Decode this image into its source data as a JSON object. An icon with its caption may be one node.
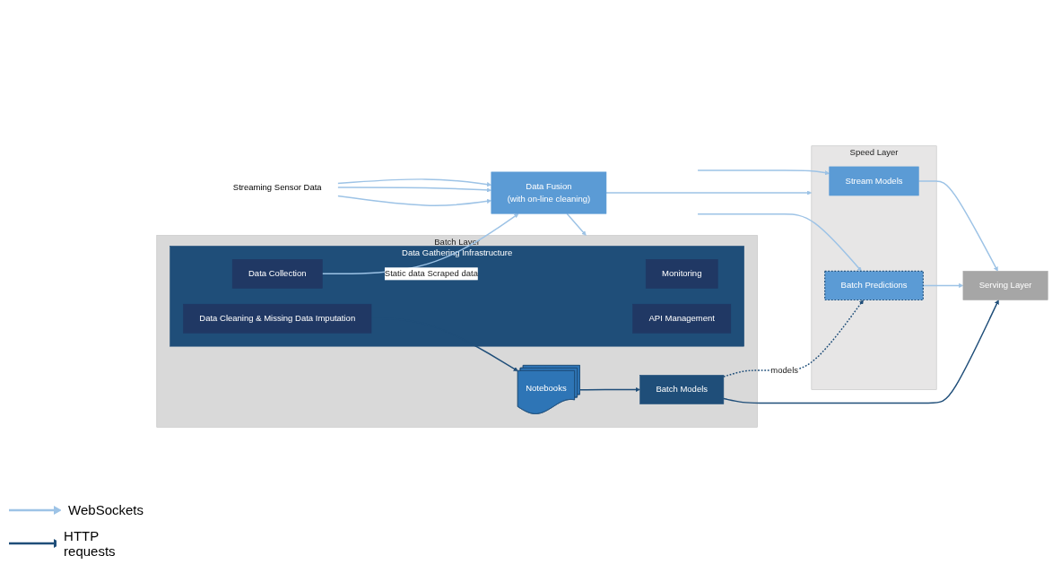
{
  "diagram": {
    "nodes": [
      {
        "text": [
          "Speed Layer"
        ]
      },
      {
        "text": [
          "Stream Models"
        ],
        "in": 0
      },
      {
        "text": [
          "Batch Predictions"
        ],
        "in": 0
      },
      {
        "text": [
          "Serving Layer"
        ]
      },
      {
        "text": [
          "Data Fusion",
          "(with on-line cleaning)"
        ]
      },
      {
        "text": [
          "Streaming Sensor Data"
        ]
      },
      {
        "text": [
          "Batch Layer"
        ]
      },
      {
        "text": [
          "Data Gathering Infrastructure"
        ],
        "in": 6
      },
      {
        "text": [
          "Monitoring"
        ],
        "in": 7
      },
      {
        "text": [
          "Data Collection"
        ],
        "in": 7
      },
      {
        "text": [
          "Data Cleaning & Missing Data Imputation"
        ],
        "in": 7
      },
      {
        "text": [
          "API Management"
        ],
        "in": 7
      },
      {
        "text": [
          "Batch Models"
        ],
        "in": 6
      },
      {
        "text": [
          "Notebooks"
        ],
        "in": 6
      }
    ],
    "edges": [
      {
        "from": 5,
        "to": 4,
        "arrow": "to"
      },
      {
        "from": 5,
        "to": 4,
        "arrow": "to"
      },
      {
        "from": 5,
        "to": 4,
        "arrow": "to"
      },
      {
        "from": 4,
        "to": 0,
        "arrow": "to"
      },
      {
        "from": 4,
        "to": 6,
        "arrow": "to"
      },
      {
        "from": null,
        "to": 1,
        "arrow": "to"
      },
      {
        "from": null,
        "to": 2,
        "arrow": "to"
      },
      {
        "from": 1,
        "to": 3,
        "arrow": "to"
      },
      {
        "from": 2,
        "to": 3,
        "arrow": "to"
      },
      {
        "from": 9,
        "to": 4,
        "arrow": "to",
        "label": "Static data Scraped data"
      },
      {
        "from": 10,
        "to": 13,
        "arrow": "to",
        "color": "#1f4e79"
      },
      {
        "from": 13,
        "to": 12,
        "arrow": "to",
        "color": "#1f4e79"
      },
      {
        "from": 12,
        "to": 2,
        "arrow": "to",
        "label": "models",
        "style": "dashed",
        "color": "#1f4e79"
      },
      {
        "from": 12,
        "to": 3,
        "arrow": "to",
        "color": "#1f4e79"
      }
    ],
    "legend": [
      {
        "text": "WebSockets"
      },
      {
        "text": "HTTP requests"
      }
    ]
  }
}
